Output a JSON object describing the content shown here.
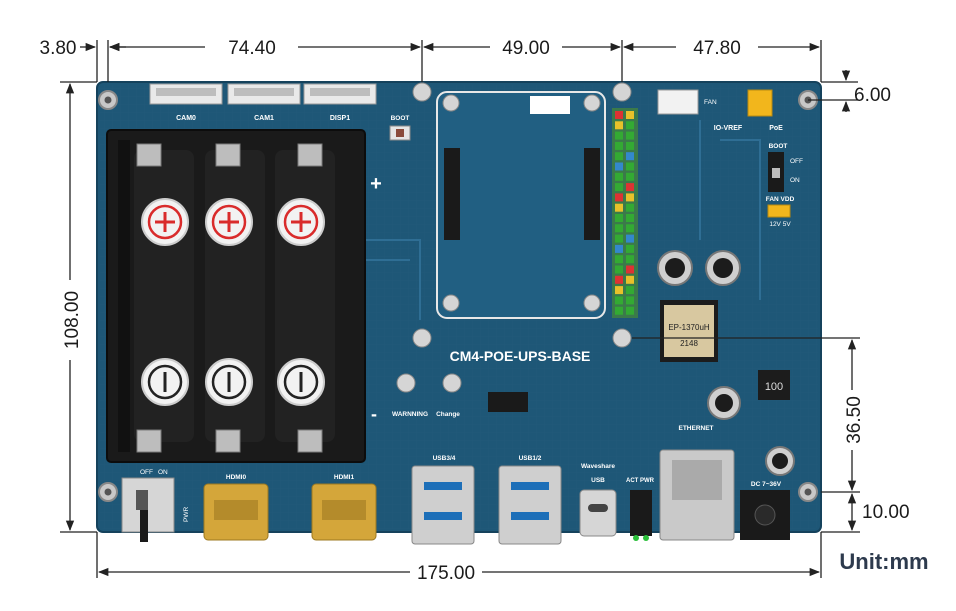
{
  "dimensions": {
    "top_segments": [
      "3.80",
      "74.40",
      "49.00",
      "47.80"
    ],
    "right_top": "6.00",
    "left_height": "108.00",
    "right_mid": "36.50",
    "right_bottom": "10.00",
    "bottom_total": "175.00"
  },
  "unit_label": "Unit:mm",
  "board": {
    "title": "CM4-POE-UPS-BASE",
    "connectors_top": [
      "CAM0",
      "CAM1",
      "DISP1"
    ],
    "labels": {
      "boot_button": "BOOT",
      "warning": "WARNNING",
      "change": "Change",
      "usb34": "USB3/4",
      "usb12": "USB1/2",
      "usb_c": "USB",
      "waveshare": "Waveshare",
      "act_pwr": "ACT PWR",
      "ethernet": "ETHERNET",
      "dc_in": "DC 7~36V",
      "hdmi0": "HDMI0",
      "hdmi1": "HDMI1",
      "pwr": "PWR",
      "off": "OFF",
      "on": "ON",
      "io_vref": "IO-VREF",
      "poe": "PoE",
      "fan": "FAN",
      "fan_vdd": "FAN VDD",
      "fan_volts": "12V 5V",
      "boot_switch": "BOOT",
      "inductor": "EP-1370uH",
      "inductor_code": "2148",
      "inductor2": "100",
      "plus": "+",
      "minus": "-"
    },
    "colors": {
      "pcb": "#1e5777",
      "pcb_dark": "#173f5a",
      "battery_holder": "#171717",
      "hdmi_gold": "#d4a63a",
      "jumper_yellow": "#f2b61c",
      "dimension_line": "#222222",
      "unit_text": "#2d3a4d",
      "battery_plus": "#d92b2b"
    }
  }
}
